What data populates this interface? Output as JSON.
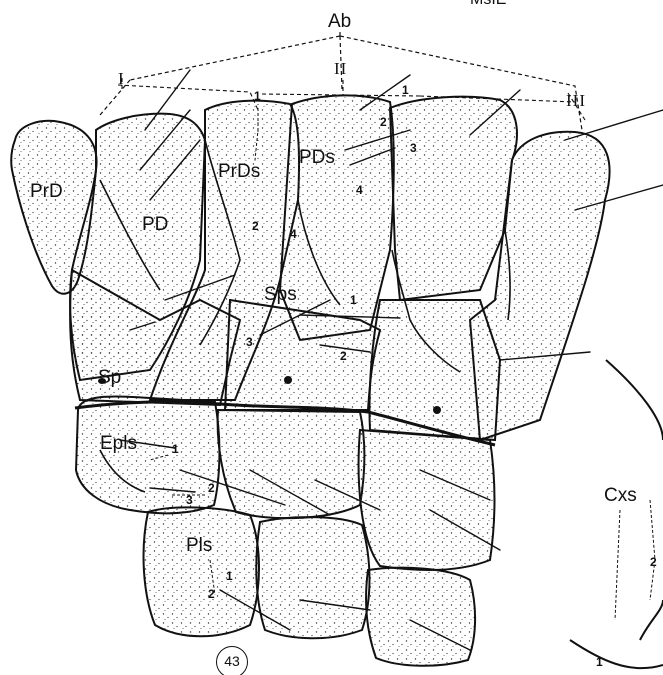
{
  "figure": {
    "number": "43",
    "header_fragment": "MsIE",
    "abdomen_label": "Ab",
    "segment_labels": [
      "I",
      "II",
      "III"
    ],
    "labels": {
      "prd": "PrD",
      "pd": "PD",
      "prds": "PrDs",
      "pds": "PDs",
      "sps": "Sps",
      "sp": "Sp",
      "epls": "Epls",
      "pls": "Pls",
      "cxs": "Cxs"
    },
    "pds_setae": [
      "1",
      "2",
      "3",
      "4"
    ],
    "prds_setae": [
      "1",
      "2"
    ],
    "sps_setae": [
      "1",
      "2",
      "3",
      "4"
    ],
    "epls_setae": [
      "1",
      "2",
      "3"
    ],
    "pls_setae": [
      "1",
      "2"
    ],
    "cxs_setae": [
      "2",
      "1"
    ]
  },
  "colors": {
    "ink": "#111111",
    "paper": "#ffffff"
  }
}
